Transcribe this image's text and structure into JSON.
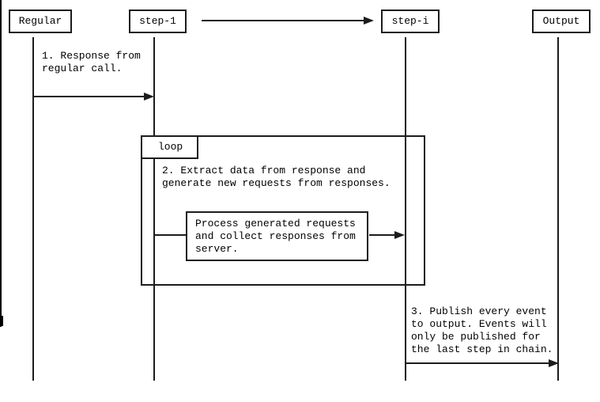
{
  "diagram": {
    "actors": [
      {
        "label": "Regular"
      },
      {
        "label": "step-1"
      },
      {
        "label": "step-i"
      },
      {
        "label": "Output"
      }
    ],
    "loop": {
      "label": "loop"
    },
    "messages": {
      "response": "1. Response from\nregular call.",
      "extract": "2. Extract data from response and\ngenerate new requests from responses.",
      "process": "Process generated requests\nand collect responses from\nserver.",
      "publish": "3. Publish every event\nto output. Events will\nonly be published for\nthe last step in chain."
    },
    "colors": {
      "line": "#1c1c1c",
      "background": "#ffffff",
      "text": "#000000"
    }
  }
}
